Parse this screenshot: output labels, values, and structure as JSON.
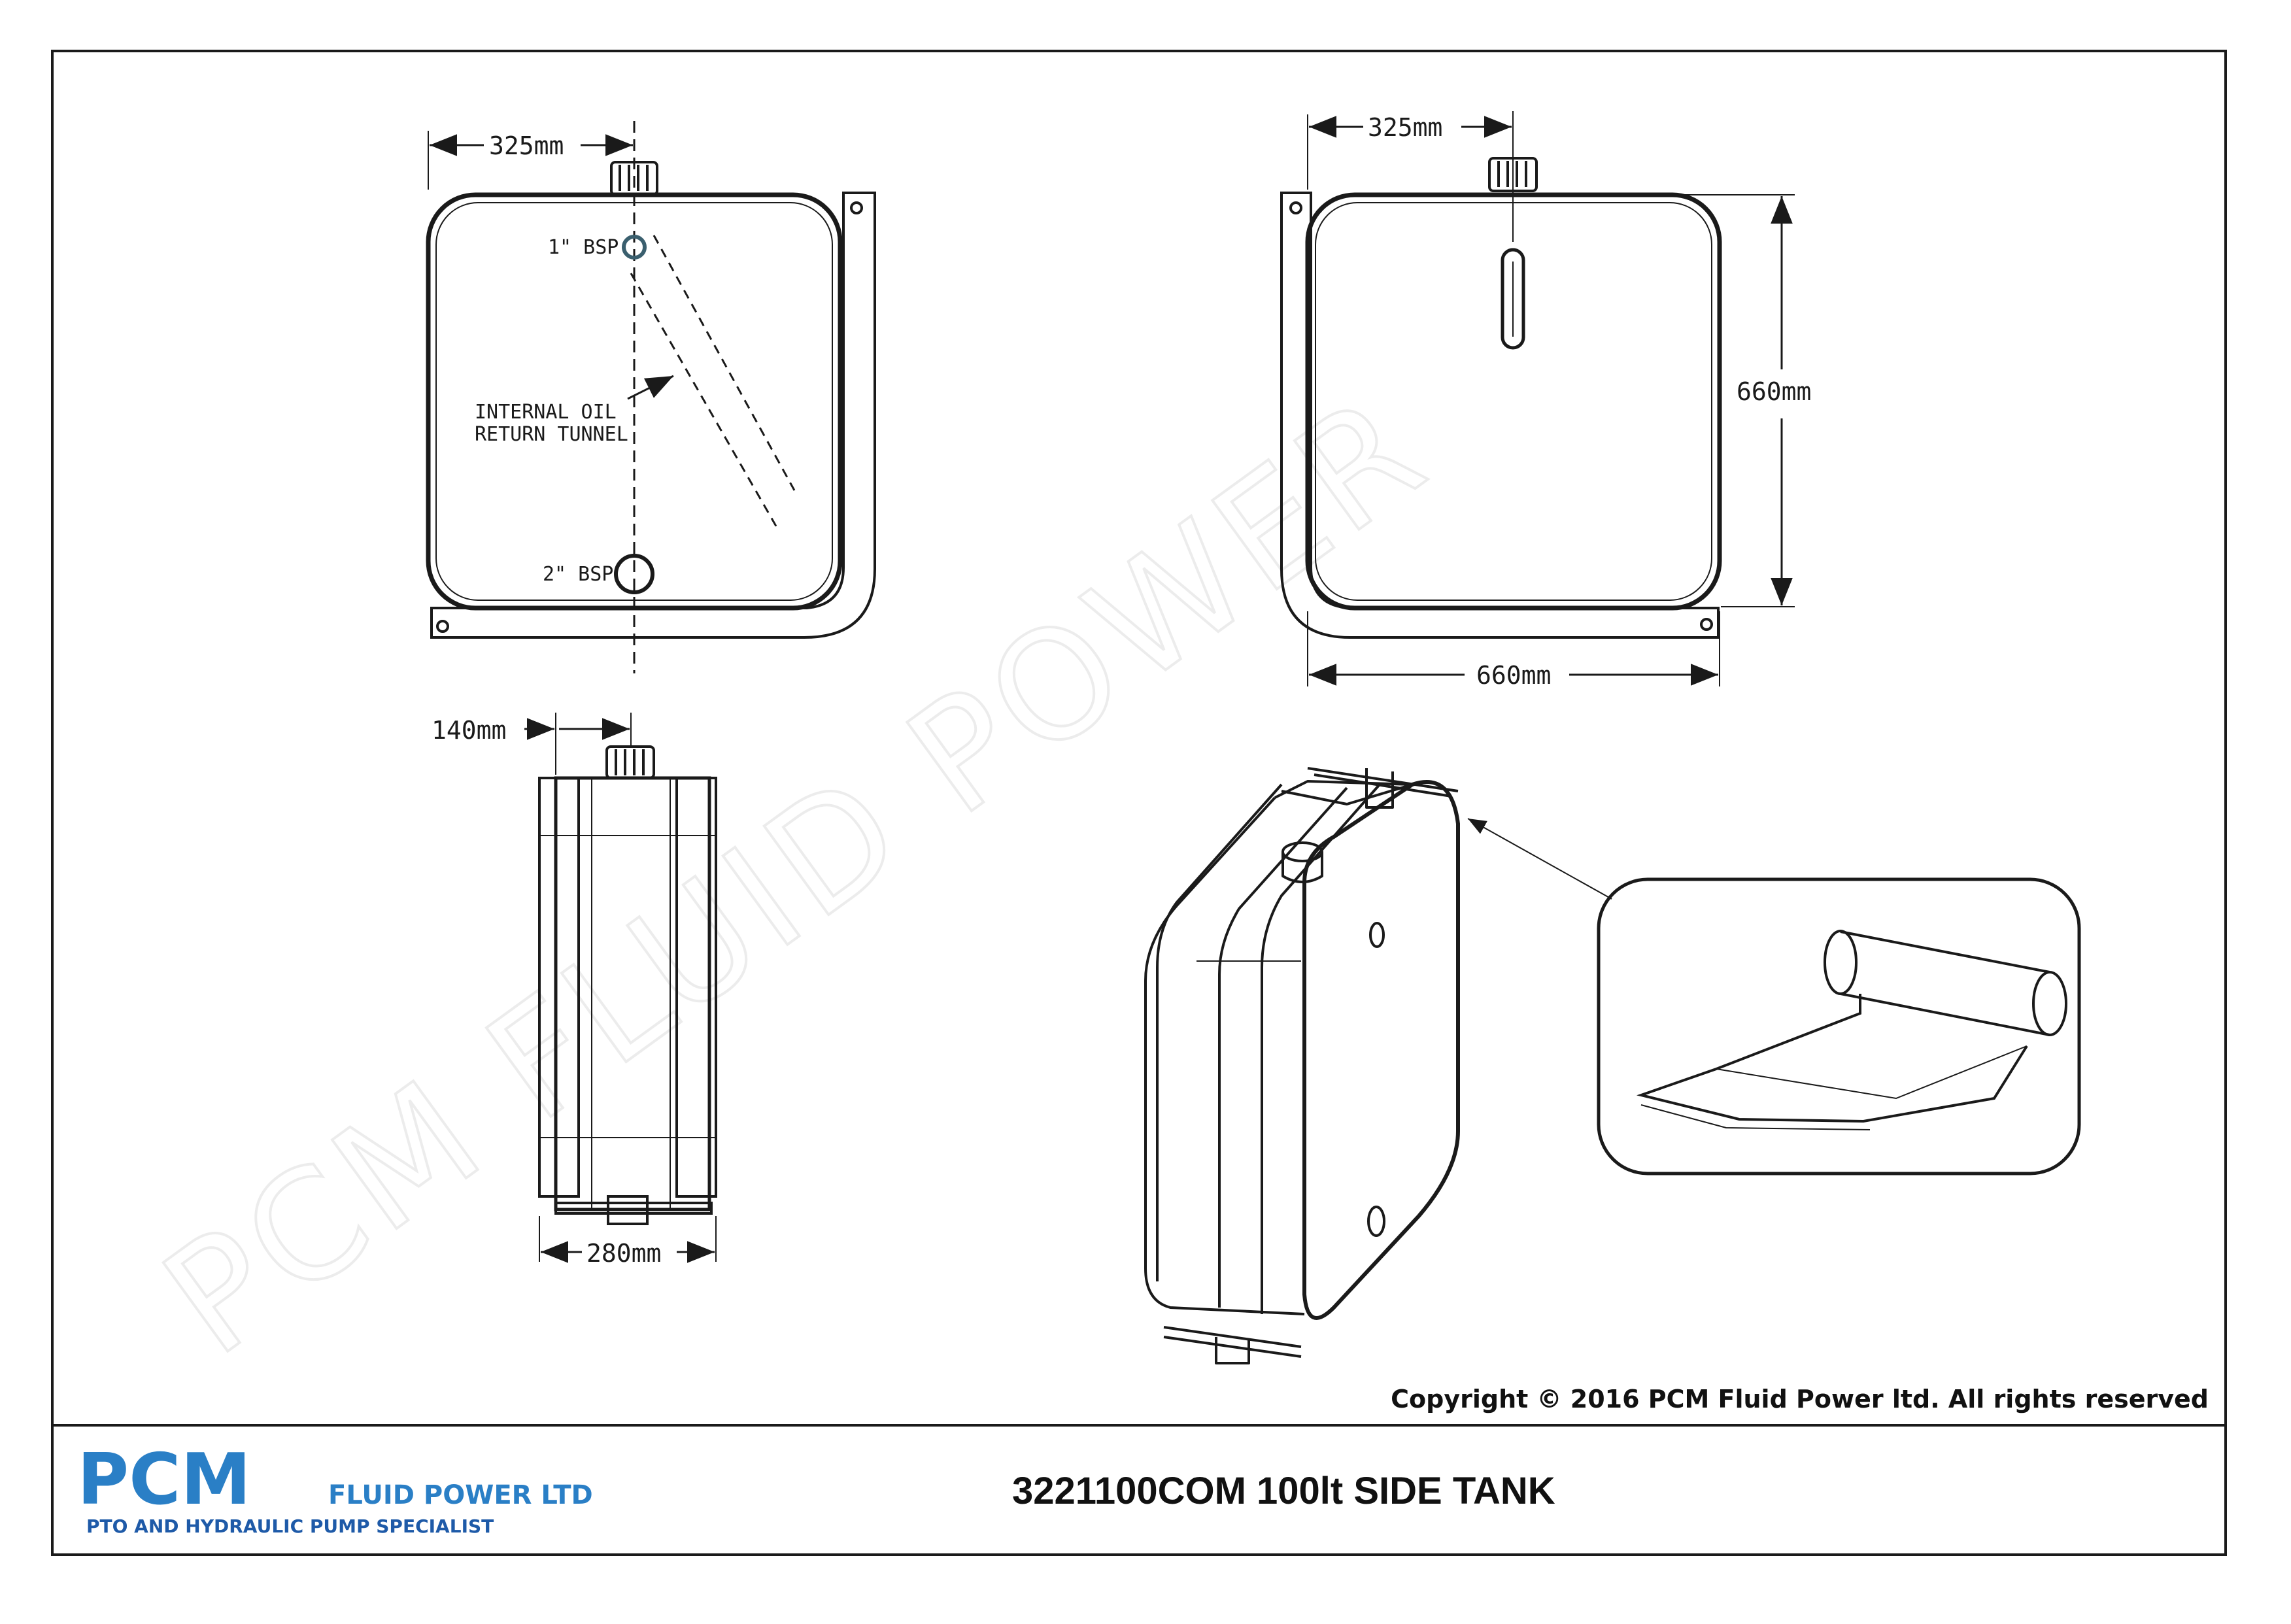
{
  "watermark": "PCM FLUID POWER",
  "views": {
    "front": {
      "width_label": "325mm",
      "port_top_label": "1\" BSP",
      "port_bottom_label": "2\" BSP",
      "tunnel_label_line1": "INTERNAL OIL",
      "tunnel_label_line2": "RETURN TUNNEL"
    },
    "back": {
      "width_top_label": "325mm",
      "height_label": "660mm",
      "width_bottom_label": "660mm"
    },
    "side": {
      "top_label": "140mm",
      "bottom_label": "280mm"
    }
  },
  "copyright": "Copyright © 2016 PCM Fluid Power ltd. All rights reserved",
  "title_block": {
    "logo_main": "PCM",
    "logo_sub": "FLUID POWER LTD",
    "logo_tagline": "PTO AND HYDRAULIC PUMP SPECIALIST",
    "drawing_title": "3221100COM 100lt SIDE TANK"
  },
  "colors": {
    "logo_blue": "#2a7fc6",
    "logo_dark_blue": "#1e5aa8",
    "line": "#1a1a1a"
  }
}
